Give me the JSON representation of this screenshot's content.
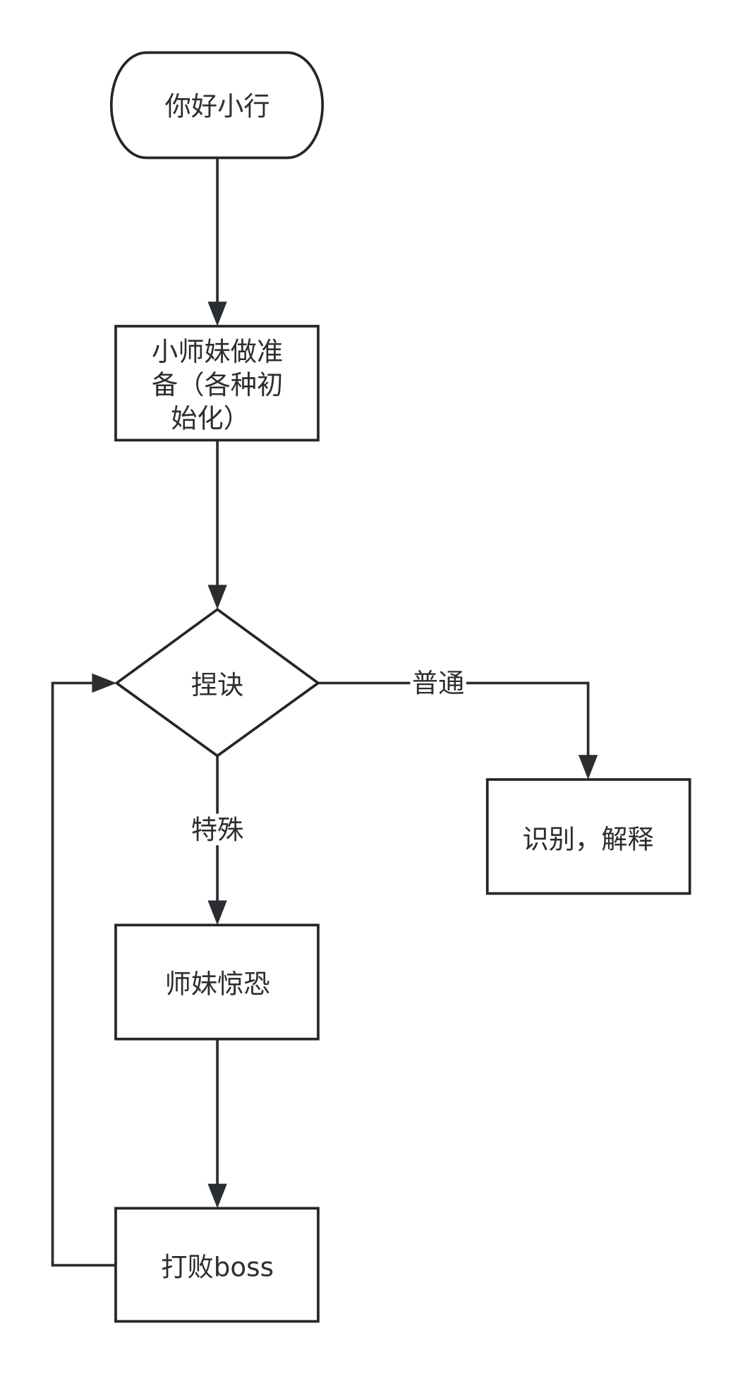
{
  "nodes": {
    "start": "你好小行",
    "prepare": [
      "小师妹做准",
      "备（各种初",
      "始化）"
    ],
    "decision": "捏诀",
    "identify": "识别，解释",
    "panic": "师妹惊恐",
    "defeat": "打败boss"
  },
  "edges": {
    "normal": "普通",
    "special": "特殊"
  },
  "colors": {
    "stroke": "#23272b"
  }
}
